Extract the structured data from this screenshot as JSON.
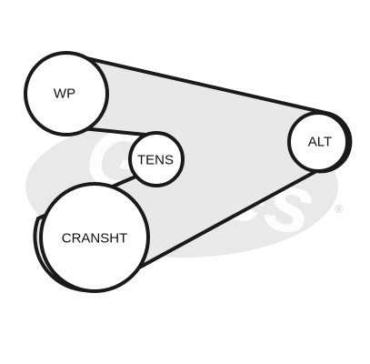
{
  "watermark": {
    "brand": "Gates",
    "registered_mark": "®"
  },
  "pulleys": {
    "wp": {
      "label": "WP"
    },
    "tens": {
      "label": "TENS"
    },
    "alt": {
      "label": "ALT"
    },
    "cransht": {
      "label": "CRANSHT"
    }
  },
  "colors": {
    "belt_fill": "#e8e8e8",
    "outline": "#1a1a1a",
    "pulley_fill": "#ffffff",
    "watermark": "#e9e9e9"
  }
}
